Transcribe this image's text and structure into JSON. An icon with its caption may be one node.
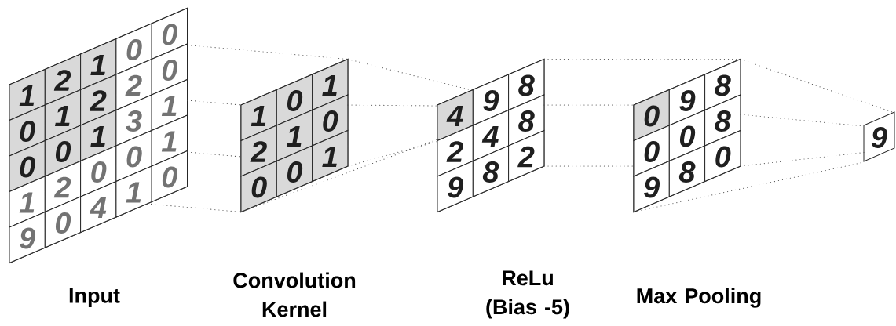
{
  "diagram": {
    "nodes": [
      {
        "text": [],
        "shape": "grid",
        "beside": [
          "Input"
        ]
      },
      {
        "text": [
          "1"
        ],
        "in": 0
      },
      {
        "text": [
          "2"
        ],
        "in": 0
      },
      {
        "text": [
          "1"
        ],
        "in": 0
      },
      {
        "text": [
          "0"
        ],
        "in": 0
      },
      {
        "text": [
          "0"
        ],
        "in": 0
      },
      {
        "text": [
          "0"
        ],
        "in": 0
      },
      {
        "text": [
          "1"
        ],
        "in": 0
      },
      {
        "text": [
          "2"
        ],
        "in": 0
      },
      {
        "text": [
          "2"
        ],
        "in": 0
      },
      {
        "text": [
          "0"
        ],
        "in": 0
      },
      {
        "text": [
          "0"
        ],
        "in": 0
      },
      {
        "text": [
          "0"
        ],
        "in": 0
      },
      {
        "text": [
          "1"
        ],
        "in": 0
      },
      {
        "text": [
          "3"
        ],
        "in": 0
      },
      {
        "text": [
          "1"
        ],
        "in": 0
      },
      {
        "text": [
          "1"
        ],
        "in": 0
      },
      {
        "text": [
          "2"
        ],
        "in": 0
      },
      {
        "text": [
          "0"
        ],
        "in": 0
      },
      {
        "text": [
          "0"
        ],
        "in": 0
      },
      {
        "text": [
          "1"
        ],
        "in": 0
      },
      {
        "text": [
          "9"
        ],
        "in": 0
      },
      {
        "text": [
          "0"
        ],
        "in": 0
      },
      {
        "text": [
          "4"
        ],
        "in": 0
      },
      {
        "text": [
          "1"
        ],
        "in": 0
      },
      {
        "text": [
          "0"
        ],
        "in": 0
      },
      {
        "text": [],
        "shape": "grid",
        "beside": [
          "Convolution Kernel"
        ]
      },
      {
        "text": [
          "1"
        ],
        "in": 26
      },
      {
        "text": [
          "0"
        ],
        "in": 26
      },
      {
        "text": [
          "1"
        ],
        "in": 26
      },
      {
        "text": [
          "2"
        ],
        "in": 26
      },
      {
        "text": [
          "1"
        ],
        "in": 26
      },
      {
        "text": [
          "0"
        ],
        "in": 26
      },
      {
        "text": [
          "0"
        ],
        "in": 26
      },
      {
        "text": [
          "0"
        ],
        "in": 26
      },
      {
        "text": [
          "1"
        ],
        "in": 26
      },
      {
        "text": [],
        "shape": "grid",
        "beside": [
          "ReLu (Bias -5)"
        ]
      },
      {
        "text": [
          "4"
        ],
        "in": 36
      },
      {
        "text": [
          "9"
        ],
        "in": 36
      },
      {
        "text": [
          "8"
        ],
        "in": 36
      },
      {
        "text": [
          "2"
        ],
        "in": 36
      },
      {
        "text": [
          "4"
        ],
        "in": 36
      },
      {
        "text": [
          "8"
        ],
        "in": 36
      },
      {
        "text": [
          "9"
        ],
        "in": 36
      },
      {
        "text": [
          "8"
        ],
        "in": 36
      },
      {
        "text": [
          "2"
        ],
        "in": 36
      },
      {
        "text": [],
        "shape": "grid",
        "beside": [
          "Max Pooling"
        ]
      },
      {
        "text": [
          "0"
        ],
        "in": 46
      },
      {
        "text": [
          "9"
        ],
        "in": 46
      },
      {
        "text": [
          "8"
        ],
        "in": 46
      },
      {
        "text": [
          "0"
        ],
        "in": 46
      },
      {
        "text": [
          "0"
        ],
        "in": 46
      },
      {
        "text": [
          "8"
        ],
        "in": 46
      },
      {
        "text": [
          "9"
        ],
        "in": 46
      },
      {
        "text": [
          "8"
        ],
        "in": 46
      },
      {
        "text": [
          "0"
        ],
        "in": 46
      },
      {
        "text": [
          "9"
        ]
      }
    ],
    "edges": [
      {
        "from": 0,
        "to": 26,
        "arrow": "none"
      },
      {
        "from": 0,
        "to": 26,
        "arrow": "none"
      },
      {
        "from": 0,
        "to": 26,
        "arrow": "none"
      },
      {
        "from": 0,
        "to": 26,
        "arrow": "none"
      },
      {
        "from": 26,
        "to": 37,
        "arrow": "none"
      },
      {
        "from": 26,
        "to": 37,
        "arrow": "none"
      },
      {
        "from": 26,
        "to": 37,
        "arrow": "none"
      },
      {
        "from": 26,
        "to": 37,
        "arrow": "none"
      },
      {
        "from": 36,
        "to": 46,
        "arrow": "none"
      },
      {
        "from": 36,
        "to": 46,
        "arrow": "none"
      },
      {
        "from": 36,
        "to": 46,
        "arrow": "none"
      },
      {
        "from": 36,
        "to": 46,
        "arrow": "none"
      },
      {
        "from": 46,
        "to": 56,
        "arrow": "none"
      },
      {
        "from": 46,
        "to": 56,
        "arrow": "none"
      },
      {
        "from": 46,
        "to": 56,
        "arrow": "none"
      },
      {
        "from": 46,
        "to": 56,
        "arrow": "none"
      }
    ]
  }
}
